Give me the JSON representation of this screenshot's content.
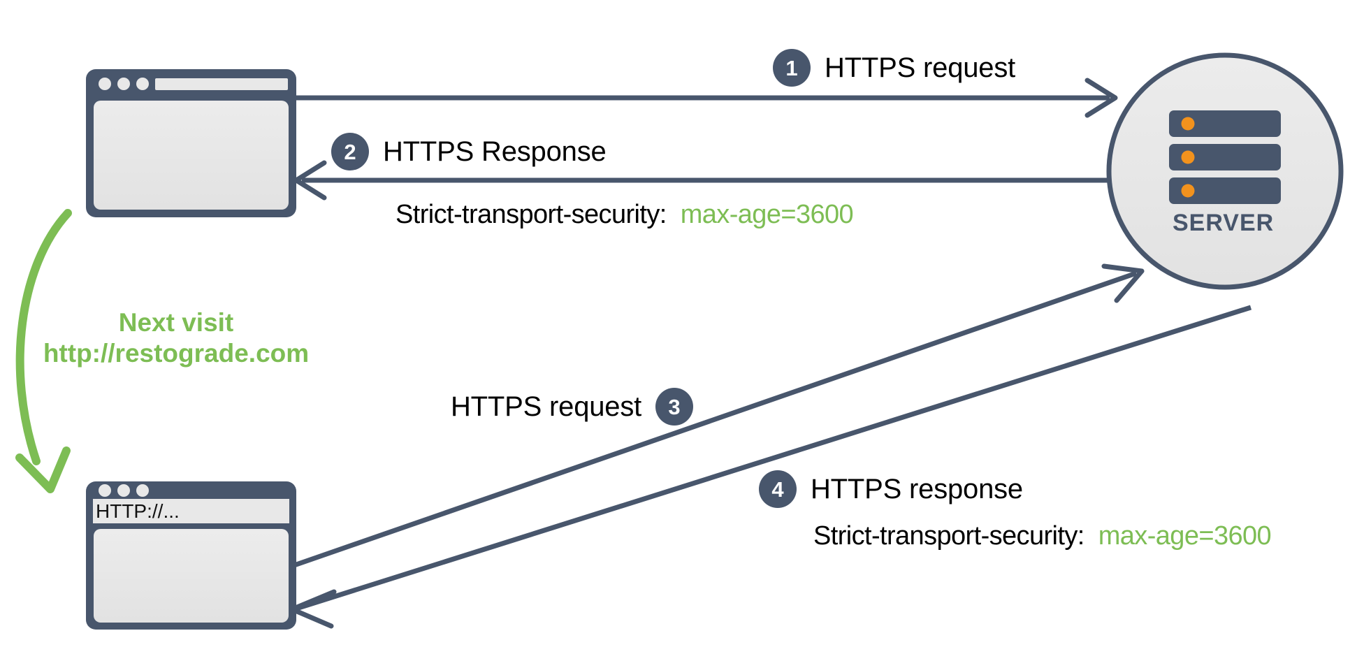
{
  "diagram": {
    "title": "HSTS Strict-Transport-Security flow",
    "colors": {
      "navy": "#48566c",
      "green": "#7dbd54",
      "panel": "#e6e6e6",
      "orange": "#f2921d",
      "white": "#ffffff"
    }
  },
  "nodes": {
    "browser_top": {
      "name": "browser-window-top",
      "address_bar_value": ""
    },
    "browser_bottom": {
      "name": "browser-window-bottom",
      "address_bar_value": "HTTP://..."
    },
    "server": {
      "label": "SERVER",
      "rack_units": 3,
      "led_color": "#f2921d"
    }
  },
  "steps": [
    {
      "number": "1",
      "label": "HTTPS request",
      "badge_side": "left",
      "direction": "browser-to-server"
    },
    {
      "number": "2",
      "label": "HTTPS Response",
      "badge_side": "left",
      "direction": "server-to-browser",
      "header_name": "Strict-transport-security:",
      "header_value": "max-age=3600"
    },
    {
      "number": "3",
      "label": "HTTPS request",
      "badge_side": "right",
      "direction": "browser-to-server"
    },
    {
      "number": "4",
      "label": "HTTPS response",
      "badge_side": "left",
      "direction": "server-to-browser",
      "header_name": "Strict-transport-security:",
      "header_value": "max-age=3600"
    }
  ],
  "annotations": {
    "next_visit_line1": "Next visit",
    "next_visit_line2": "http://restograde.com"
  }
}
